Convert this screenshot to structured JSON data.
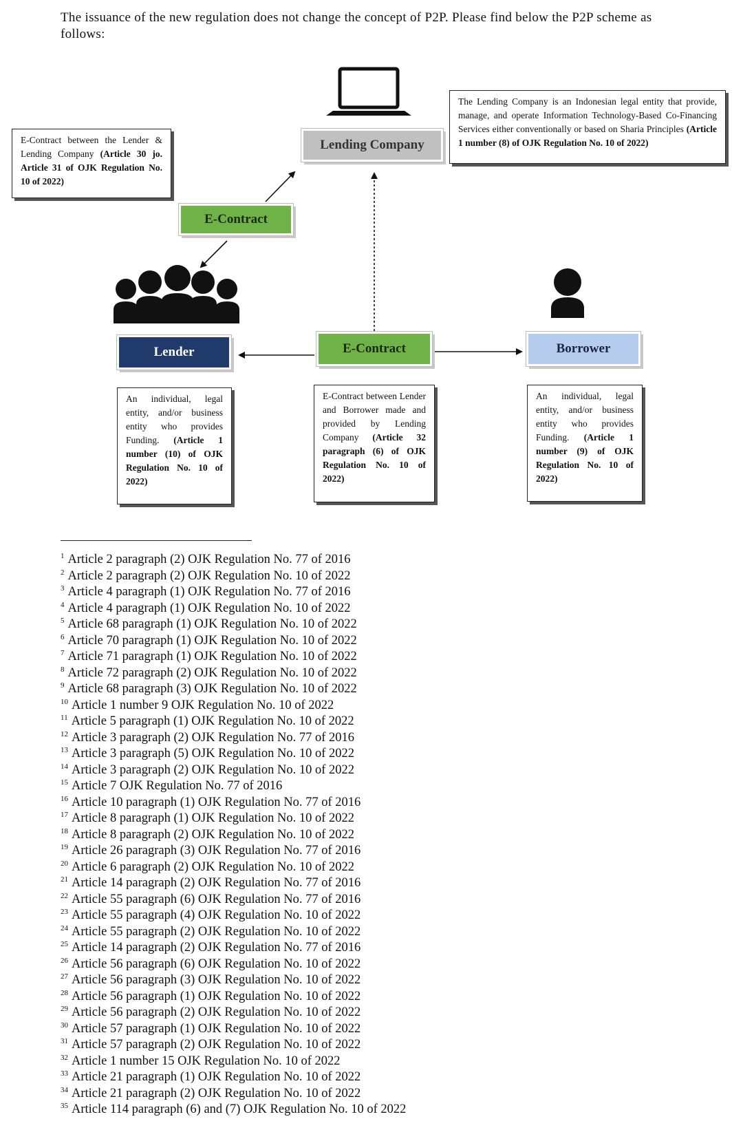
{
  "intro": "The issuance of the new regulation does not change the concept of P2P. Please find below the P2P scheme as follows:",
  "nodes": {
    "lending_company": "Lending Company",
    "econtract_top": "E-Contract",
    "econtract_center": "E-Contract",
    "lender": "Lender",
    "borrower": "Borrower"
  },
  "notes": {
    "lender_lending": {
      "text": "E-Contract between the Lender & Lending Company ",
      "ref": "(Article 30 jo. Article 31 of OJK Regulation No. 10 of 2022)"
    },
    "lending_company": {
      "text": "The Lending Company is an Indonesian legal entity that provide, manage, and operate Information Technology-Based Co-Financing Services either conventionally or based on Sharia Principles ",
      "ref": "(Article 1 number (8) of OJK Regulation No. 10 of 2022)"
    },
    "lender": {
      "text": "An individual, legal entity, and/or business entity who provides Funding. ",
      "ref": "(Article 1 number (10) of OJK Regulation No. 10 of 2022)"
    },
    "econtract": {
      "text": "E-Contract between Lender and Borrower made and provided by Lending Company ",
      "ref": "(Article 32 paragraph (6) of OJK Regulation No. 10 of 2022)"
    },
    "borrower": {
      "text": "An individual, legal entity, and/or business entity who provides Funding. ",
      "ref": "(Article 1 number (9) of OJK Regulation No. 10 of 2022)"
    }
  },
  "icons": {
    "lending_company": "laptop-icon",
    "lender": "group-people-icon",
    "borrower": "person-icon"
  },
  "footnotes": [
    {
      "n": "1",
      "text": "Article 2 paragraph (2) OJK Regulation No. 77 of 2016"
    },
    {
      "n": "2",
      "text": "Article 2 paragraph (2) OJK Regulation No. 10 of 2022"
    },
    {
      "n": "3",
      "text": "Article 4 paragraph (1) OJK Regulation No. 77 of 2016"
    },
    {
      "n": "4",
      "text": "Article 4 paragraph (1) OJK Regulation No. 10 of 2022"
    },
    {
      "n": "5",
      "text": "Article 68 paragraph (1) OJK Regulation No. 10 of 2022"
    },
    {
      "n": "6",
      "text": "Article 70 paragraph (1) OJK Regulation No. 10 of 2022"
    },
    {
      "n": "7",
      "text": "Article 71 paragraph (1) OJK Regulation No. 10 of 2022"
    },
    {
      "n": "8",
      "text": "Article 72 paragraph (2) OJK Regulation No. 10 of 2022"
    },
    {
      "n": "9",
      "text": "Article 68 paragraph (3) OJK Regulation No. 10 of 2022"
    },
    {
      "n": "10",
      "text": "Article 1 number 9 OJK Regulation No. 10 of 2022"
    },
    {
      "n": "11",
      "text": "Article 5 paragraph (1) OJK Regulation No. 10 of 2022"
    },
    {
      "n": "12",
      "text": "Article 3 paragraph (2) OJK Regulation No. 77 of 2016"
    },
    {
      "n": "13",
      "text": "Article 3 paragraph (5) OJK Regulation No. 10 of 2022"
    },
    {
      "n": "14",
      "text": "Article 3 paragraph (2) OJK Regulation No. 10 of 2022"
    },
    {
      "n": "15",
      "text": "Article 7 OJK Regulation No. 77 of 2016"
    },
    {
      "n": "16",
      "text": "Article 10 paragraph (1) OJK Regulation No. 77 of 2016"
    },
    {
      "n": "17",
      "text": "Article 8 paragraph (1) OJK Regulation No. 10 of 2022"
    },
    {
      "n": "18",
      "text": "Article 8 paragraph (2) OJK Regulation No. 10 of 2022"
    },
    {
      "n": "19",
      "text": "Article 26 paragraph (3) OJK Regulation No. 77 of 2016"
    },
    {
      "n": "20",
      "text": "Article 6 paragraph (2) OJK Regulation No. 10 of 2022"
    },
    {
      "n": "21",
      "text": "Article 14 paragraph (2) OJK Regulation No. 77 of 2016"
    },
    {
      "n": "22",
      "text": "Article 55 paragraph (6) OJK Regulation No. 77 of 2016"
    },
    {
      "n": "23",
      "text": "Article 55 paragraph (4) OJK Regulation No. 10 of 2022"
    },
    {
      "n": "24",
      "text": "Article 55 paragraph (2) OJK Regulation No. 10 of 2022"
    },
    {
      "n": "25",
      "text": "Article 14 paragraph (2) OJK Regulation No. 77 of 2016"
    },
    {
      "n": "26",
      "text": "Article 56 paragraph (6) OJK Regulation No. 10 of 2022"
    },
    {
      "n": "27",
      "text": "Article 56 paragraph (3) OJK Regulation No. 10 of 2022"
    },
    {
      "n": "28",
      "text": "Article 56 paragraph (1) OJK Regulation No. 10 of 2022"
    },
    {
      "n": "29",
      "text": "Article 56 paragraph (2) OJK Regulation No. 10 of 2022"
    },
    {
      "n": "30",
      "text": "Article 57 paragraph (1) OJK Regulation No. 10 of 2022"
    },
    {
      "n": "31",
      "text": "Article 57 paragraph (2) OJK Regulation No. 10 of 2022"
    },
    {
      "n": "32",
      "text": "Article 1 number 15 OJK Regulation No. 10 of 2022"
    },
    {
      "n": "33",
      "text": "Article 21 paragraph (1) OJK Regulation No. 10 of 2022"
    },
    {
      "n": "34",
      "text": "Article 21 paragraph (2) OJK Regulation No. 10 of 2022"
    },
    {
      "n": "35",
      "text": "Article 114 paragraph (6) and (7) OJK Regulation No. 10 of 2022"
    }
  ]
}
